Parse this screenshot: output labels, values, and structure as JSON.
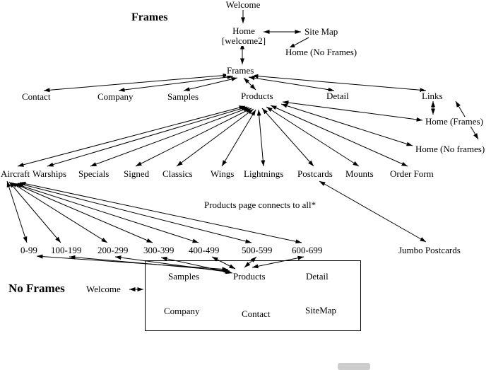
{
  "sections": {
    "frames_title": "Frames",
    "no_frames_title": "No Frames"
  },
  "note": "Products page connects to all*",
  "nodes": {
    "welcome_top": "Welcome",
    "home": "Home",
    "home_sub": "[welcome2]",
    "site_map": "Site Map",
    "home_no_frames_top": "Home (No Frames)",
    "frames": "Frames",
    "contact": "Contact",
    "company": "Company",
    "samples": "Samples",
    "products": "Products",
    "detail": "Detail",
    "links": "Links",
    "home_frames": "Home (Frames)",
    "home_no_frames_right": "Home (No frames)",
    "aircraft": "Aircraft",
    "warships": "Warships",
    "specials": "Specials",
    "signed": "Signed",
    "classics": "Classics",
    "wings": "Wings",
    "lightnings": "Lightnings",
    "postcards": "Postcards",
    "mounts": "Mounts",
    "order_form": "Order Form",
    "range_0": "0-99",
    "range_1": "100-199",
    "range_2": "200-299",
    "range_3": "300-399",
    "range_4": "400-499",
    "range_5": "500-599",
    "range_6": "600-699",
    "jumbo_postcards": "Jumbo Postcards",
    "welcome_bottom": "Welcome",
    "box_samples": "Samples",
    "box_products": "Products",
    "box_detail": "Detail",
    "box_company": "Company",
    "box_contact": "Contact",
    "box_sitemap": "SiteMap"
  }
}
